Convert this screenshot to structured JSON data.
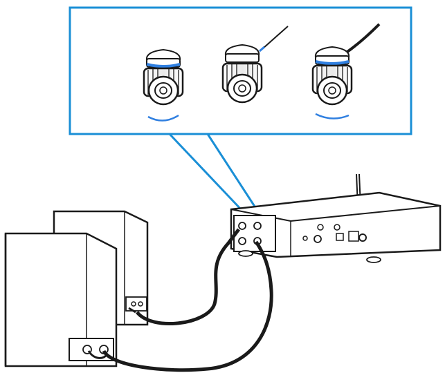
{
  "diagram": {
    "callout_color": "#1a8fd6",
    "accent_color": "#2f7fe0",
    "line_color": "#1a1a1a",
    "fill_color": "#ffffff",
    "steps": [
      {
        "step": 1,
        "action": "unscrew-terminal",
        "arrow_direction": "counterclockwise"
      },
      {
        "step": 2,
        "action": "insert-speaker-wire"
      },
      {
        "step": 3,
        "action": "tighten-terminal",
        "arrow_direction": "clockwise"
      }
    ],
    "components": [
      "speaker-left",
      "speaker-right",
      "receiver",
      "antenna",
      "speaker-cables",
      "binding-posts"
    ]
  }
}
